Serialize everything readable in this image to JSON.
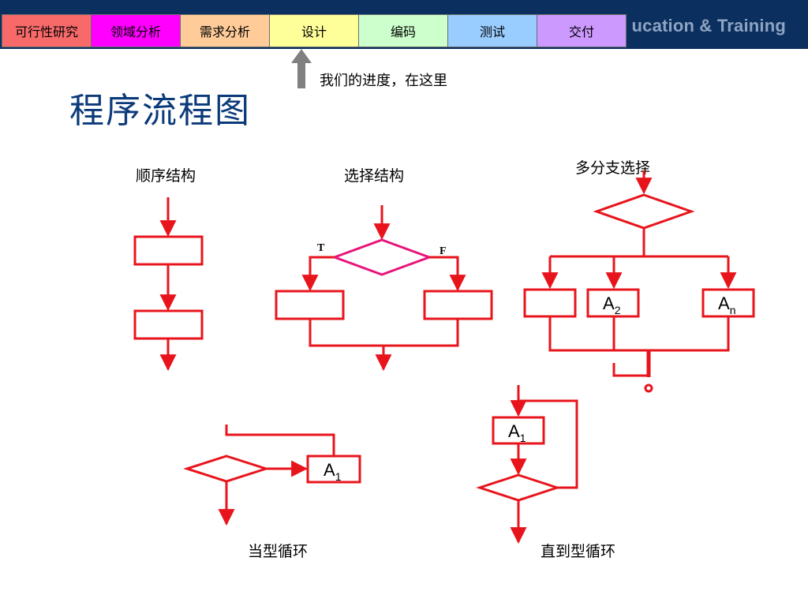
{
  "header": {
    "brand_text": "ucation & Training",
    "tabs": [
      {
        "label": "可行性研究",
        "color": "#f86a6a"
      },
      {
        "label": "领域分析",
        "color": "#ff00ff"
      },
      {
        "label": "需求分析",
        "color": "#ffcc99"
      },
      {
        "label": "设计",
        "color": "#ffff99"
      },
      {
        "label": "编码",
        "color": "#ccffcc"
      },
      {
        "label": "测试",
        "color": "#99ccff"
      },
      {
        "label": "交付",
        "color": "#cc99ff"
      }
    ]
  },
  "progress_note": "我们的进度，在这里",
  "page_title": "程序流程图",
  "diagrams": {
    "sequence": {
      "label": "顺序结构"
    },
    "selection": {
      "label": "选择结构",
      "true_label": "T",
      "false_label": "F"
    },
    "multi_branch": {
      "label": "多分支选择",
      "boxes": [
        {
          "base": "",
          "sub": ""
        },
        {
          "base": "A",
          "sub": "2"
        },
        {
          "base": "A",
          "sub": "n"
        }
      ]
    },
    "while_loop": {
      "label": "当型循环",
      "box": {
        "base": "A",
        "sub": "1"
      }
    },
    "until_loop": {
      "label": "直到型循环",
      "box": {
        "base": "A",
        "sub": "1"
      }
    }
  },
  "colors": {
    "line": "#e8141c",
    "selection_diamond": "#e8147a",
    "header_bar": "#0b2f5e",
    "title": "#0b3a7a",
    "progress_arrow": "#808080"
  }
}
